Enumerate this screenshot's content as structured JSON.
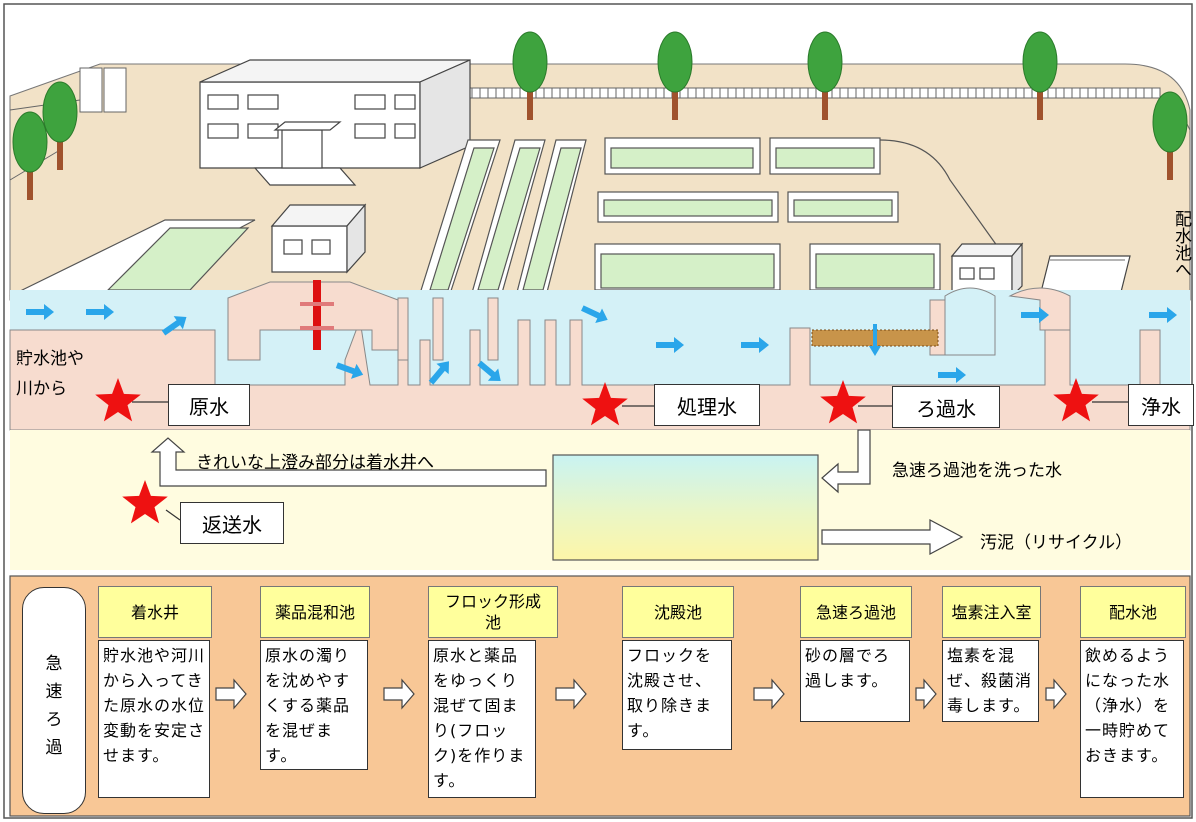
{
  "side_labels": {
    "inflow": "貯水池や\n川から",
    "outflow": "配水池へ"
  },
  "sample_points": {
    "raw": "原水",
    "treated": "処理水",
    "filtered": "ろ過水",
    "clean": "浄水",
    "return": "返送水"
  },
  "flows": {
    "supernatant": "きれいな上澄み部分は着水井へ",
    "backwash": "急速ろ過池を洗った水",
    "sludge": "汚泥（リサイクル）"
  },
  "process": {
    "title": "急速ろ過",
    "steps": [
      {
        "name": "着水井",
        "desc": "貯水池や河川から入ってきた原水の水位変動を安定させます。"
      },
      {
        "name": "薬品混和池",
        "desc": "原水の濁りを沈めやすくする薬品を混ぜます。"
      },
      {
        "name": "フロック形成池",
        "desc": "原水と薬品をゆっくり混ぜて固まり(フロック)を作ります。"
      },
      {
        "name": "沈殿池",
        "desc": "フロックを沈殿させ、取り除きます。"
      },
      {
        "name": "急速ろ過池",
        "desc": "砂の層でろ過します。"
      },
      {
        "name": "塩素注入室",
        "desc": "塩素を混ぜ、殺菌消毒します。"
      },
      {
        "name": "配水池",
        "desc": "飲めるようになった水（浄水）を一時貯めておきます。"
      }
    ]
  },
  "colors": {
    "ground": "#f2e2c7",
    "water": "#d4f1f7",
    "basin": "#f7dccf",
    "tank": "#d5f0c8",
    "sludge_band": "#fffce0",
    "process_panel": "#f8c796",
    "step_header": "#ffff9c",
    "star": "#ee1111",
    "arrow": "#2aa6ea"
  },
  "icons": [
    "star-icon",
    "tree-icon",
    "water-arrow-icon",
    "flow-arrow-icon"
  ]
}
